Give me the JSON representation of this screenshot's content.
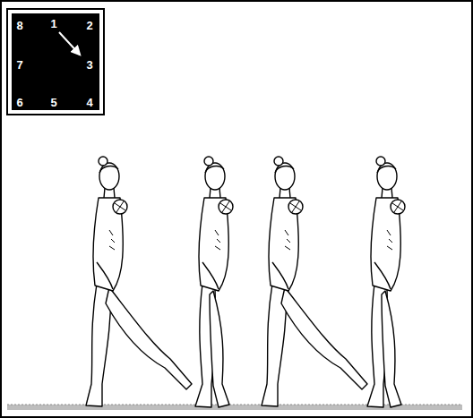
{
  "diagram": {
    "labels": [
      "8",
      "1",
      "2",
      "7",
      "3",
      "6",
      "5",
      "4"
    ]
  }
}
